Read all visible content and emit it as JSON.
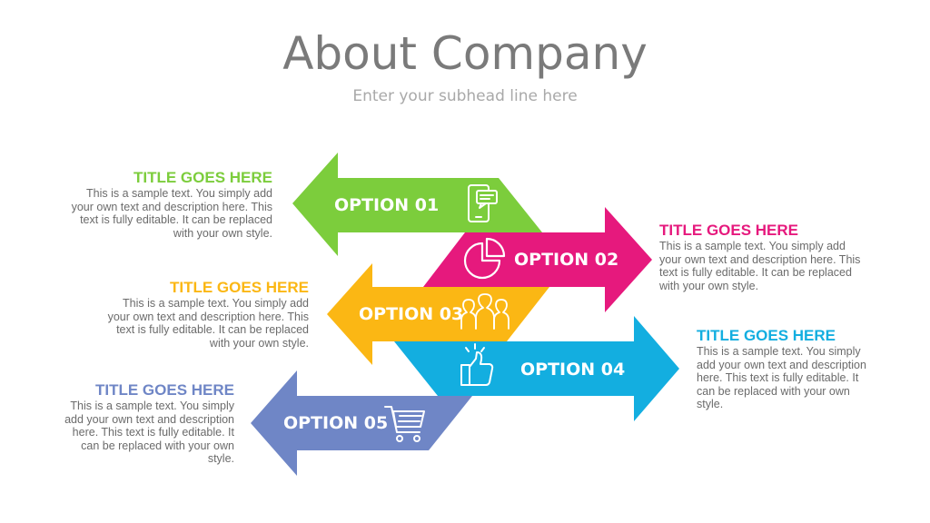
{
  "header": {
    "title": "About Company",
    "subtitle": "Enter your subhead line here"
  },
  "options": [
    {
      "label": "OPTION 01",
      "color": "#7ccd3c",
      "icon": "mobile-message-icon"
    },
    {
      "label": "OPTION 02",
      "color": "#e6197d",
      "icon": "pie-chart-icon"
    },
    {
      "label": "OPTION 03",
      "color": "#fbb714",
      "icon": "team-people-icon"
    },
    {
      "label": "OPTION 04",
      "color": "#13aee0",
      "icon": "thumbs-up-icon"
    },
    {
      "label": "OPTION 05",
      "color": "#6f86c6",
      "icon": "shopping-cart-icon"
    }
  ],
  "blocks": [
    {
      "title": "TITLE GOES HERE",
      "color": "#7ccd3c",
      "text": [
        "This is a sample text. You simply add",
        "your own text and description here. This",
        "text is fully editable. It can be replaced",
        "with your own style."
      ]
    },
    {
      "title": "TITLE GOES HERE",
      "color": "#e6197d",
      "text": [
        "This is a sample text. You simply add",
        "your own text and description here. This",
        "text is fully editable. It can be replaced",
        "with your own style."
      ]
    },
    {
      "title": "TITLE GOES HERE",
      "color": "#fbb714",
      "text": [
        "This is a sample text. You simply add",
        "your own text and description here. This",
        "text is fully editable. It can be replaced",
        "with your own style."
      ]
    },
    {
      "title": "TITLE GOES HERE",
      "color": "#13aee0",
      "text": [
        "This is a sample text. You simply",
        "add your own text and description",
        "here. This text is fully editable. It",
        "can be replaced with your own",
        "style."
      ]
    },
    {
      "title": "TITLE GOES HERE",
      "color": "#6f86c6",
      "text": [
        "This is a sample text. You simply",
        "add your own text and description",
        "here. This text is fully editable. It",
        "can be replaced with your own",
        "style."
      ]
    }
  ]
}
